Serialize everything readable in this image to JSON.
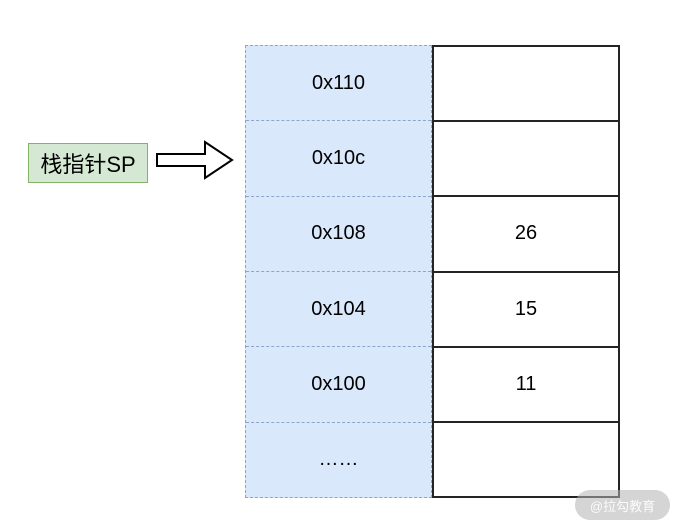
{
  "diagram": {
    "pointer_label": "栈指针SP",
    "colors": {
      "label_bg": "#d5e8d4",
      "label_border": "#82b366",
      "address_bg": "#dae8fc",
      "address_border": "#8ba6cd",
      "value_border": "#242424"
    },
    "stack": {
      "rows": [
        {
          "address": "0x110",
          "value": ""
        },
        {
          "address": "0x10c",
          "value": "",
          "pointed_by_sp": true
        },
        {
          "address": "0x108",
          "value": "26"
        },
        {
          "address": "0x104",
          "value": "15"
        },
        {
          "address": "0x100",
          "value": "11"
        },
        {
          "address": "……",
          "value": ""
        }
      ]
    },
    "watermark": "@拉勾教育"
  }
}
